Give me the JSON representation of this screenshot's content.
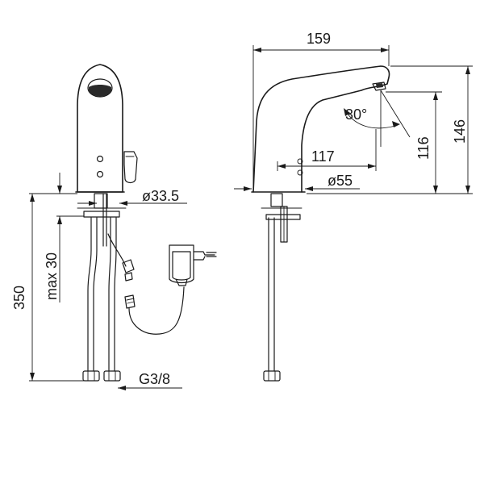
{
  "labels": {
    "dia_33_5": "ø33.5",
    "total_height": "350",
    "max_30": "max 30",
    "thread": "G3/8",
    "reach": "159",
    "angle": "30°",
    "spout_height": "116",
    "overall_height": "146",
    "body_reach": "117",
    "base_dia": "ø55"
  }
}
